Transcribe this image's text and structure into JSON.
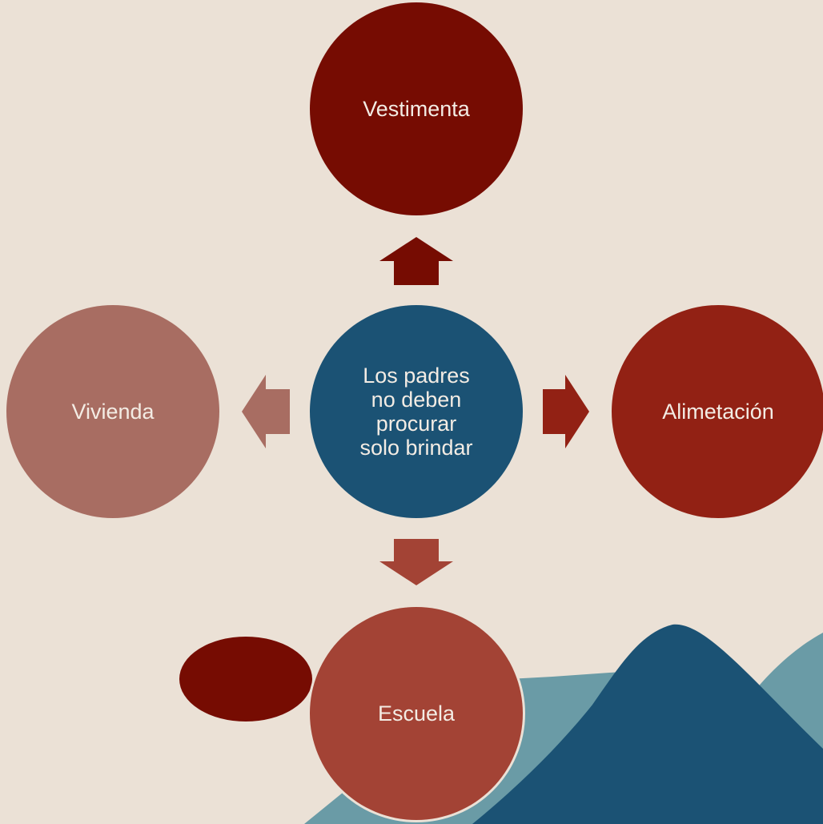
{
  "diagram": {
    "center": {
      "label": "Los padres\nno deben\nprocurar\nsolo brindar",
      "color": "#1b5274"
    },
    "nodes": {
      "top": {
        "label": "Vestimenta",
        "color": "#760c02"
      },
      "right": {
        "label": "Alimetación",
        "color": "#922114"
      },
      "bottom": {
        "label": "Escuela",
        "color": "#a34335"
      },
      "left": {
        "label": "Vivienda",
        "color": "#a86d62"
      }
    },
    "arrows": {
      "up": {
        "color": "#760c02"
      },
      "right": {
        "color": "#922114"
      },
      "down": {
        "color": "#a34335"
      },
      "left": {
        "color": "#a86d62"
      }
    }
  },
  "decoration": {
    "background": "#ebe1d6",
    "mountain_back": "#6a9ba6",
    "mountain_front": "#1b5274",
    "oval": "#760c02"
  }
}
